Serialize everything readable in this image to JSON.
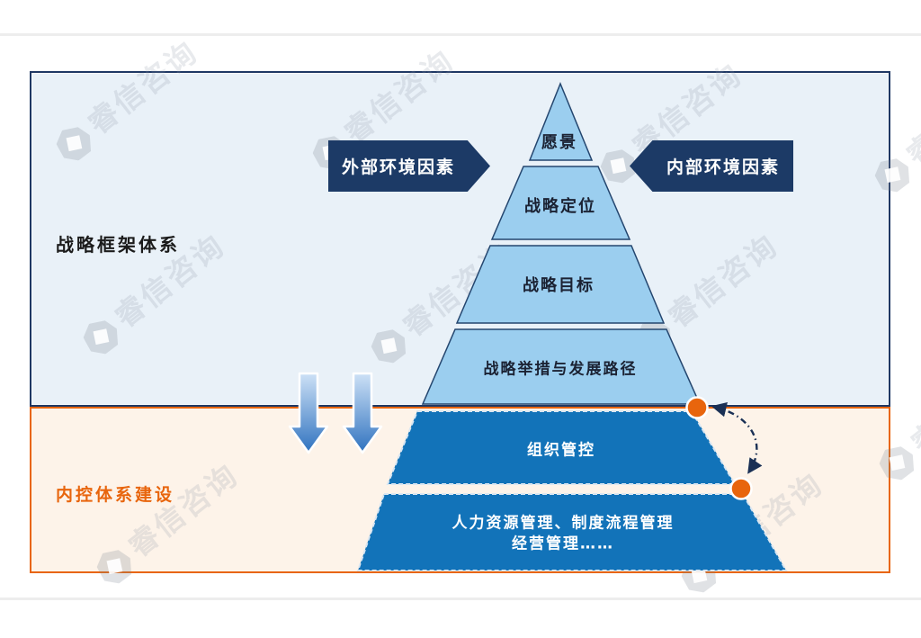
{
  "watermark": {
    "text": "睿信咨询"
  },
  "strategy_section": {
    "title": "战略框架体系",
    "external_banner": "外部环境因素",
    "internal_banner": "内部环境因素",
    "pyramid": [
      "愿景",
      "战略定位",
      "战略目标",
      "战略举措与发展路径"
    ]
  },
  "control_section": {
    "title": "内控体系建设",
    "blocks": [
      "组织管控",
      "人力资源管理、制度流程管理",
      "经营管理……"
    ]
  },
  "colors": {
    "navy": "#1f3864",
    "banner_navy": "#1c3a66",
    "pyramid_light": "#9bceef",
    "block_blue": "#1273b9",
    "accent_orange": "#e8650d",
    "panel_blue_bg": "#e9f1f8",
    "panel_cream_bg": "#fdf3e9"
  }
}
